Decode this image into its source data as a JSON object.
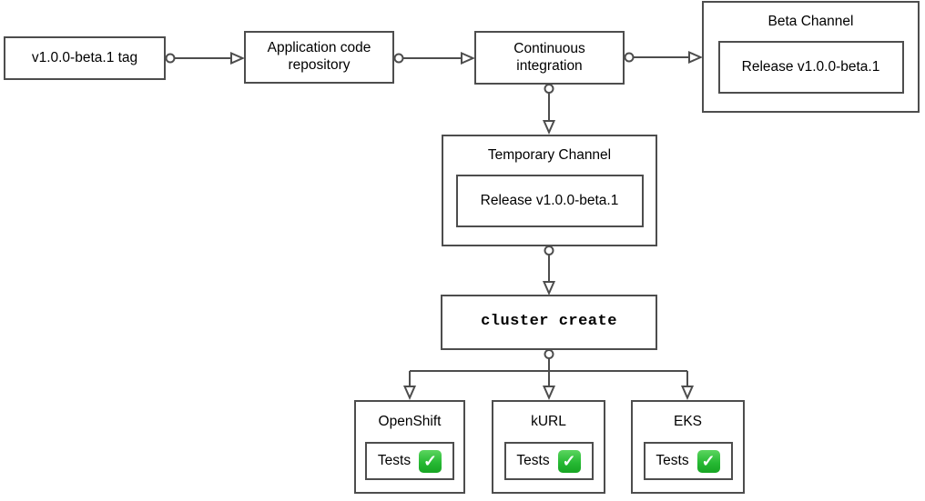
{
  "diagram": {
    "background_color": "#ffffff",
    "stroke_color": "#4d4d4d",
    "text_color": "#000000",
    "status_green": "#2ebd3c",
    "icons": {
      "check_mark_button": "✓"
    },
    "nodes": {
      "version_tag": {
        "label": "v1.0.0-beta.1 tag"
      },
      "app_repo": {
        "label": "Application code repository"
      },
      "ci": {
        "label": "Continuous integration"
      },
      "beta_channel": {
        "title": "Beta Channel",
        "release_label": "Release v1.0.0-beta.1"
      },
      "temporary_channel": {
        "title": "Temporary Channel",
        "release_label": "Release v1.0.0-beta.1"
      },
      "cluster_create": {
        "label": "cluster create"
      },
      "openshift": {
        "title": "OpenShift",
        "tests_label": "Tests",
        "status_icon": "check-mark-button"
      },
      "kurl": {
        "title": "kURL",
        "tests_label": "Tests",
        "status_icon": "check-mark-button"
      },
      "eks": {
        "title": "EKS",
        "tests_label": "Tests",
        "status_icon": "check-mark-button"
      }
    },
    "edges": [
      {
        "from": "version_tag",
        "to": "app_repo"
      },
      {
        "from": "app_repo",
        "to": "ci"
      },
      {
        "from": "ci",
        "to": "beta_channel"
      },
      {
        "from": "ci",
        "to": "temporary_channel"
      },
      {
        "from": "temporary_channel",
        "to": "cluster_create"
      },
      {
        "from": "cluster_create",
        "to": "openshift"
      },
      {
        "from": "cluster_create",
        "to": "kurl"
      },
      {
        "from": "cluster_create",
        "to": "eks"
      }
    ]
  }
}
